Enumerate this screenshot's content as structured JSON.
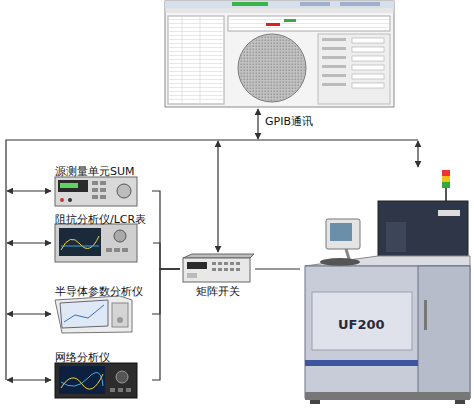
{
  "diagram": {
    "nodes": [
      {
        "text": [
          "源测量单元SUM"
        ]
      },
      {
        "text": [
          "阻抗分析仪/LCR表"
        ]
      },
      {
        "text": [
          "半导体参数分析仪"
        ]
      },
      {
        "text": [
          "网络分析仪"
        ]
      },
      {
        "text": [
          "矩阵开关"
        ]
      },
      {
        "text": [
          "UF200"
        ]
      }
    ],
    "edges": [
      {
        "from": 0,
        "to": 4,
        "arrow": "none"
      },
      {
        "from": 1,
        "to": 4,
        "arrow": "none"
      },
      {
        "from": 2,
        "to": 4,
        "arrow": "none"
      },
      {
        "from": 3,
        "to": 4,
        "arrow": "none"
      },
      {
        "from": 4,
        "to": 5,
        "arrow": "none"
      }
    ],
    "labels": [
      "GPIB通讯"
    ]
  }
}
